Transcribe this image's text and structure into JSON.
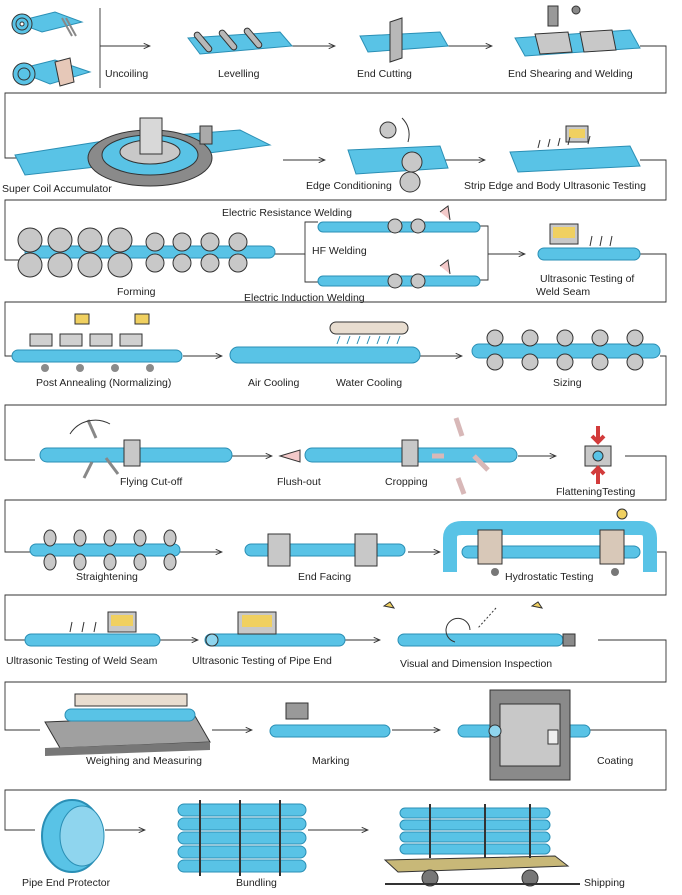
{
  "colors": {
    "pipe": "#59c3e6",
    "pipe_dark": "#2a8fb5",
    "steel": "#b8b8b8",
    "steel_dark": "#6d6d6d",
    "line": "#333333",
    "accent_red": "#d23b3b",
    "panel_yellow": "#f0d060"
  },
  "steps": [
    {
      "label": "Uncoiling"
    },
    {
      "label": "Levelling"
    },
    {
      "label": "End Cutting"
    },
    {
      "label": "End Shearing and Welding"
    },
    {
      "label": "Super Coil Accumulator"
    },
    {
      "label": "Edge Conditioning"
    },
    {
      "label": "Strip Edge and Body Ultrasonic Testing"
    },
    {
      "label": "Forming"
    },
    {
      "label": "Electric Resistance Welding"
    },
    {
      "label": "HF Welding"
    },
    {
      "label": "Electric Induction Welding"
    },
    {
      "label": "Ultrasonic Testing of"
    },
    {
      "label": "Weld Seam"
    },
    {
      "label": "Post Annealing (Normalizing)"
    },
    {
      "label": "Air Cooling"
    },
    {
      "label": "Water Cooling"
    },
    {
      "label": "Sizing"
    },
    {
      "label": "Flying Cut-off"
    },
    {
      "label": "Flush-out"
    },
    {
      "label": "Cropping"
    },
    {
      "label": "FlatteningTesting"
    },
    {
      "label": "Straightening"
    },
    {
      "label": "End Facing"
    },
    {
      "label": "Hydrostatic Testing"
    },
    {
      "label": "Ultrasonic Testing of Weld Seam"
    },
    {
      "label": "Ultrasonic Testing of Pipe End"
    },
    {
      "label": "Visual and Dimension Inspection"
    },
    {
      "label": "Weighing and Measuring"
    },
    {
      "label": "Marking"
    },
    {
      "label": "Coating"
    },
    {
      "label": "Pipe End Protector"
    },
    {
      "label": "Bundling"
    },
    {
      "label": "Shipping"
    }
  ]
}
